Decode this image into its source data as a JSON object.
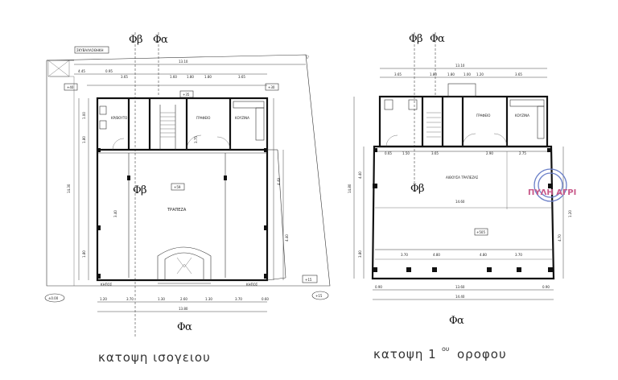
{
  "ground_floor": {
    "caption": "κατοψη ισογειου",
    "section_beta": "β",
    "section_alpha": "α",
    "top_label": "ΣΚΥΒΑΛΛΟΘΗΚΗ",
    "rooms": {
      "wc": "ΚΡ/ΒΟΥΤΟ",
      "office": "ΓΡΑΦΕΙΟ",
      "kitchen": "ΚΟΥΖΙΝΑ",
      "hall": "ΤΡΑΠΕΖΑ"
    },
    "level_tags": [
      "+40",
      "+35",
      "+30",
      "+59",
      "+15",
      "±0.00",
      "+15"
    ],
    "bottom_labels": [
      "ΚΗΠΟΣ",
      "ΚΗΠΟΣ"
    ],
    "dims_top": [
      "4.45",
      "13.10",
      "0.95",
      "3.65",
      "1.60",
      "1.80",
      "1.80",
      "3.65"
    ],
    "dims_bottom": [
      "1.20",
      "3.70",
      "1.30",
      "2.60",
      "1.30",
      "3.70",
      "0.60",
      "13.80"
    ],
    "dims_side": [
      "14.30",
      "1.00",
      "1.80",
      "3.75",
      "3.40",
      "4.49",
      "4.40",
      "1.80"
    ]
  },
  "first_floor": {
    "caption": "κατοψη 1",
    "caption_sup": "ου",
    "caption_end": "οροφου",
    "section_beta": "β",
    "section_alpha": "α",
    "rooms": {
      "office": "ΓΡΑΦΕΙΟ",
      "kitchen": "ΚΟΥΖΙΝΑ",
      "hall": "ΑΙΘΟΥΣΑ ΤΡΑΠΕΖΑΣ"
    },
    "level_tags": [
      "+505"
    ],
    "dims_top": [
      "13.10",
      "3.65",
      "1.80",
      "1.80",
      "1.00",
      "1.20",
      "3.65"
    ],
    "dims_bottom": [
      "13.60",
      "14.40",
      "0.90",
      "0.90"
    ],
    "dims_side": [
      "14.80",
      "4.40",
      "4.70",
      "1.20",
      "3.80"
    ],
    "dims_inner": [
      "0.65",
      "1.50",
      "3.65",
      "2.90",
      "2.75",
      "14.60",
      "3.70",
      "4.80",
      "4.80",
      "3.70"
    ]
  },
  "stamp": {
    "text": "ΠΥΛΗ ΑΓΡΙ"
  }
}
